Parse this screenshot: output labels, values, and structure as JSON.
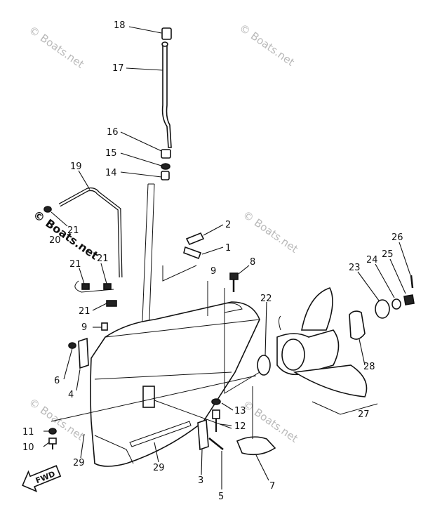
{
  "watermark": {
    "text": "© Boats.net"
  },
  "fwd_label": "FWD",
  "callouts": {
    "c18": "18",
    "c17": "17",
    "c16": "16",
    "c15": "15",
    "c14": "14",
    "c19": "19",
    "c21a": "21",
    "c20": "20",
    "c21b": "21",
    "c21c": "21",
    "c21d": "21",
    "c9a": "9",
    "c9b": "9",
    "c6": "6",
    "c4": "4",
    "c2": "2",
    "c1": "1",
    "c8": "8",
    "c22": "22",
    "c26": "26",
    "c23": "23",
    "c24": "24",
    "c25": "25",
    "c28": "28",
    "c27": "27",
    "c13": "13",
    "c12": "12",
    "c11": "11",
    "c10": "10",
    "c29a": "29",
    "c29b": "29",
    "c3": "3",
    "c5": "5",
    "c7": "7"
  }
}
